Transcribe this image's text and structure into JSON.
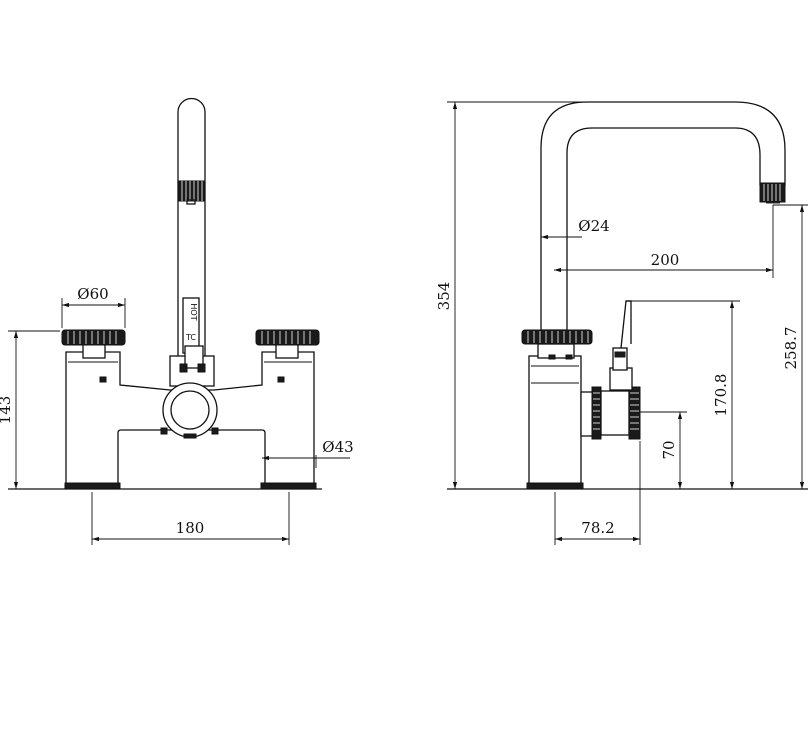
{
  "front_view": {
    "dimensions": {
      "handle_diameter": "Ø60",
      "height": "143",
      "foot_diameter": "Ø43",
      "centers": "180"
    },
    "label_hot": "HOT",
    "label_small": "TC"
  },
  "side_view": {
    "dimensions": {
      "overall_height": "354",
      "spout_diameter": "Ø24",
      "spout_reach": "200",
      "spout_outlet_height": "258.7",
      "lever_height": "170.8",
      "inlet_height": "70",
      "base_depth": "78.2"
    }
  },
  "colors": {
    "line": "#111111",
    "background": "#ffffff"
  }
}
